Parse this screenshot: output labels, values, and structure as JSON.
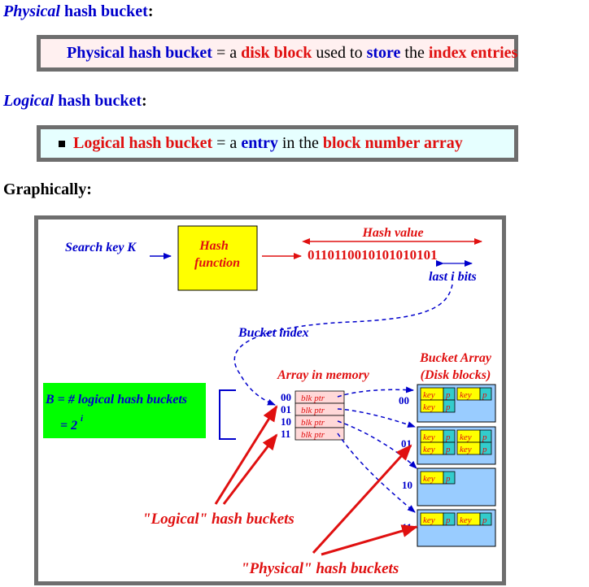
{
  "physical_heading": {
    "italic": "Physical",
    "rest": " hash bucket",
    "colon": ":"
  },
  "physical_def": {
    "term": "Physical hash bucket",
    "t1": " = a ",
    "k1": "disk block",
    "t2": " used to ",
    "k2": "store",
    "t3": " the ",
    "k3": "index entries"
  },
  "logical_heading": {
    "italic": "Logical",
    "rest": " hash bucket",
    "colon": ":"
  },
  "logical_def": {
    "term": "Logical hash bucket",
    "t1": " = a ",
    "k1": "entry",
    "t2": " in the ",
    "k2": "block number array"
  },
  "graphically": "Graphically:",
  "diagram": {
    "search_key": "Search key K",
    "hash_function": [
      "Hash",
      "function"
    ],
    "hash_value_label": "Hash value",
    "hash_bits": "0110110010101010101",
    "last_i_bits": "last i bits",
    "bucket_index": "Bucket index",
    "array_in_memory": "Array in memory",
    "bucket_array": [
      "Bucket Array",
      "(Disk blocks)"
    ],
    "B_formula": "B = # logical hash buckets",
    "B_eq": "= 2",
    "B_exp": "i",
    "index_labels": [
      "00",
      "01",
      "10",
      "11"
    ],
    "blk_ptr": "blk ptr",
    "block_labels": [
      "00",
      "01",
      "10",
      "11"
    ],
    "key": "key",
    "p": "p",
    "logical_buckets": "\"Logical\" hash buckets",
    "physical_buckets": "\"Physical\" hash buckets",
    "colors": {
      "hash_box": "#ffff00",
      "b_box": "#00ff00",
      "disk_block": "#99ccff",
      "key_cell": "#ffff00",
      "p_cell": "#33cccc",
      "ptr_cell": "#ffd8d8",
      "red": "#e01010",
      "blue": "#0000cc"
    }
  }
}
